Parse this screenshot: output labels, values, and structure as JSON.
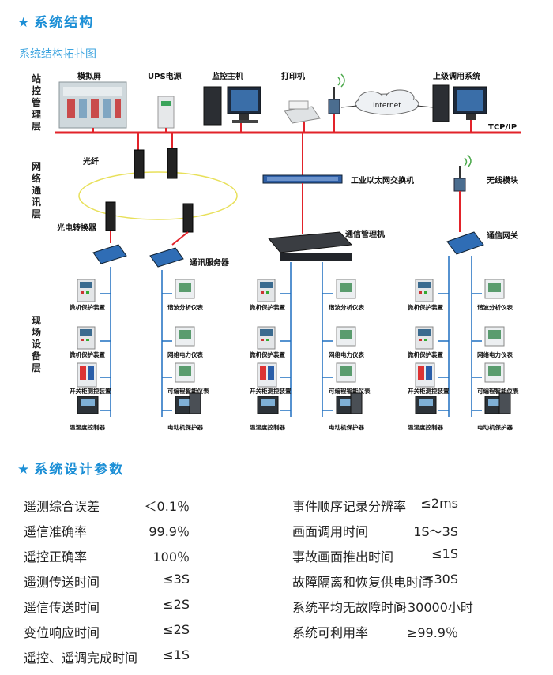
{
  "section1": {
    "star": "★",
    "title": "系统结构"
  },
  "subtitle": "系统结构拓扑图",
  "layers": {
    "station": [
      "站",
      "控",
      "管",
      "理",
      "层"
    ],
    "network": [
      "网",
      "络",
      "通",
      "讯",
      "层"
    ],
    "field": [
      "现",
      "场",
      "设",
      "备",
      "层"
    ]
  },
  "top_devices": {
    "mimic": "模拟屏",
    "ups": "UPS电源",
    "host": "监控主机",
    "printer": "打印机",
    "internet": "Internet",
    "upper": "上级调用系统",
    "tcpip": "TCP/IP"
  },
  "network_devices": {
    "fiber": "光纤",
    "converter": "光电转换器",
    "switch": "工业以太网交换机",
    "wireless": "无线模块",
    "comm_server": "通讯服务器",
    "comm_manager": "通信管理机",
    "gateway": "通信网关"
  },
  "field_devices": {
    "relay": "微机保护装置",
    "harmonic": "谐波分析仪表",
    "power_meter": "网络电力仪表",
    "switch_ctrl": "开关柜测控装置",
    "prog_meter": "可编程智能仪表",
    "temp_ctrl": "温湿度控制器",
    "motor_prot": "电动机保护器"
  },
  "section2": {
    "star": "★",
    "title": "系统设计参数"
  },
  "params_left": [
    {
      "name": "遥测综合误差",
      "value": "＜0.1％"
    },
    {
      "name": "遥信准确率",
      "value": "99.9％"
    },
    {
      "name": "遥控正确率",
      "value": "100％"
    },
    {
      "name": "遥测传送时间",
      "value": "≤3S"
    },
    {
      "name": "遥信传送时间",
      "value": "≤2S"
    },
    {
      "name": "变位响应时间",
      "value": "≤2S"
    },
    {
      "name": "遥控、遥调完成时间",
      "value": "≤1S"
    }
  ],
  "params_right": [
    {
      "name": "事件顺序记录分辨率",
      "value": "≤2ms"
    },
    {
      "name": "画面调用时间",
      "value": "1S～3S"
    },
    {
      "name": "事故画面推出时间",
      "value": "≤1S"
    },
    {
      "name": "故障隔离和恢复供电时间",
      "value": "≤30S"
    },
    {
      "name": "系统平均无故障时间",
      "value": "＞30000小时"
    },
    {
      "name": "系统可利用率",
      "value": "≥99.9％"
    }
  ],
  "colors": {
    "accent": "#1c8fd6",
    "bus": "#e2232a",
    "line": "#1e6fc0",
    "fiber": "#e8e05a"
  }
}
